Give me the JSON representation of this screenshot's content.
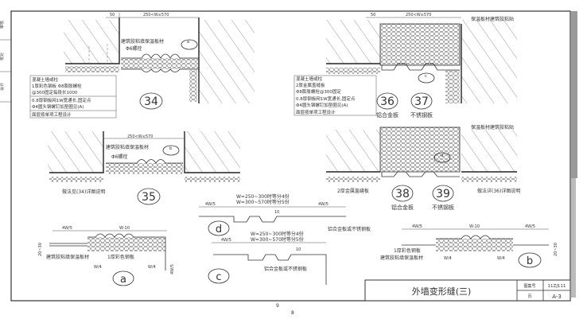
{
  "margin_stamp": [
    "审核",
    "校对",
    "设计"
  ],
  "dimensions": {
    "gap": "250<W≤570",
    "fifty": "50",
    "four_w5": "4W/5",
    "w_minus_10": "W-10",
    "w4": "W/4",
    "ten": "10",
    "h2030": "20~30",
    "thirty": "30"
  },
  "detail_34": {
    "number": "34",
    "callout": "a",
    "label_adhesive": "建筑胶粘填保温板材",
    "label_bolt": "Φ6螺栓",
    "notes": [
      "混凝土墙或柱",
      "1厚彩色钢板 Φ8膨胀螺栓",
      "@300固定每段长1000",
      "0.8厚钢板网1W宽通长,固定点",
      "Φ4圆头钢螺钉加垫圈见(A)",
      "面层按单项工程设计"
    ]
  },
  "detail_36_37": {
    "numbers": [
      "36",
      "37"
    ],
    "callout": "c",
    "materials": [
      "铝合金板",
      "不锈钢板"
    ],
    "label_insulation": "保温板材建筑胶粘贴",
    "notes": [
      "混凝土墙或柱",
      "2厚金属盖缝板",
      "Φ8膨胀螺栓@300固定",
      "0.8厚钢板网1W宽通长,固定点",
      "Φ4圆头钢螺钉加垫圈见(A)",
      "面层按单项工程设计"
    ]
  },
  "detail_35": {
    "number": "35",
    "callout": "b",
    "label_adhesive": "建筑胶粘填保温板材",
    "label_bolt": "Φ6螺栓",
    "note": "做法见(34)详图说明"
  },
  "detail_38_39": {
    "numbers": [
      "38",
      "39"
    ],
    "callout": "d",
    "materials": [
      "铝合金板",
      "不锈钢板"
    ],
    "label_insulation": "保温板材建筑胶粘贴",
    "label_cover": "2厚金属盖缝板",
    "note": "做法详(36)详图说明"
  },
  "detail_a": {
    "label": "a",
    "label_adhesive": "建筑胶粘填保温板材",
    "label_steel": "1厚彩色钢板"
  },
  "detail_b": {
    "label": "b",
    "label_steel": "1厚彩色钢板",
    "label_adhesive": "建筑胶粘填保温板材"
  },
  "detail_d": {
    "label": "d",
    "rule1": "W=250~300时等分4份",
    "rule2": "W=300~570时等分5份",
    "material": "铝合金板或不锈钢板"
  },
  "detail_c": {
    "label": "c",
    "rule1": "W=250~300时等分4份",
    "rule2": "W=300~570时等分5份",
    "material": "铝合金板或不锈钢板"
  },
  "title_block": {
    "title": "外墙变形缝(三)",
    "atlas_label": "图集号",
    "atlas_no": "11ZJ111",
    "page_label": "页",
    "page_no": "A-3"
  },
  "page_numbers": [
    "9",
    "8"
  ]
}
